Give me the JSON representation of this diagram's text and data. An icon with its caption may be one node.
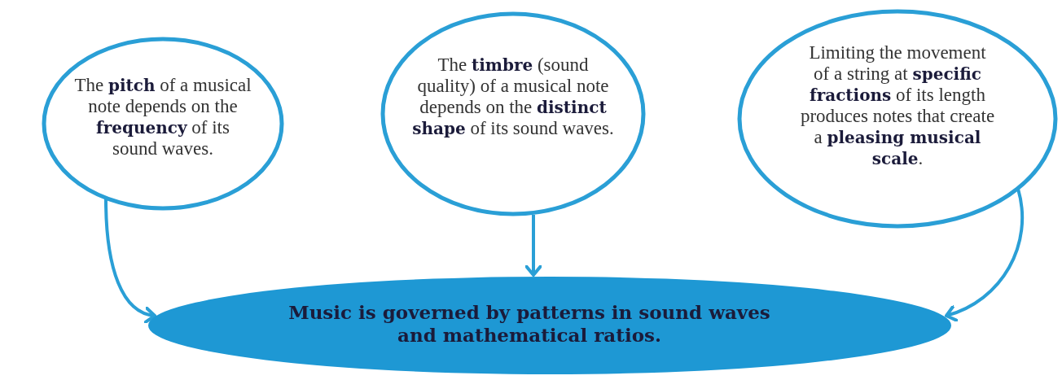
{
  "diagram": {
    "nodes": [
      {
        "text": [
          "The **pitch** of a musical note depends on the **frequency** of its sound waves."
        ]
      },
      {
        "text": [
          "The **timbre** (sound quality) of a musical note depends on the **distinct shape** of its sound waves."
        ]
      },
      {
        "text": [
          "Limiting the movement of a string at **specific fractions** of its length produces notes that create a **pleasing musical scale**."
        ]
      },
      {
        "text": [
          "Music is governed by patterns in sound waves and mathematical ratios."
        ]
      }
    ],
    "edges": [
      {
        "from": 0,
        "to": 3,
        "arrow": "to"
      },
      {
        "from": 1,
        "to": 3,
        "arrow": "to"
      },
      {
        "from": 2,
        "to": 3,
        "arrow": "to"
      }
    ]
  }
}
